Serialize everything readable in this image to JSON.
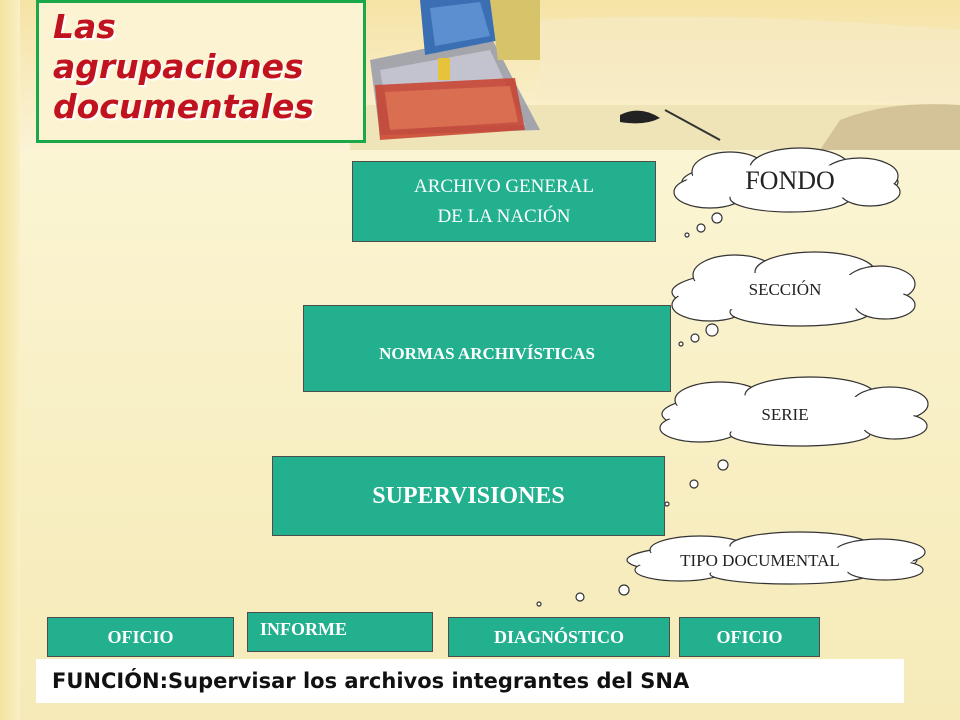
{
  "title": "Las\nagrupaciones\ndocumentales",
  "boxes": {
    "archivo_line1": "ARCHIVO GENERAL",
    "archivo_line2": "DE LA NACIÓN",
    "normas": "NORMAS ARCHIVÍSTICAS",
    "supervisiones": "SUPERVISIONES"
  },
  "clouds": {
    "fondo": "FONDO",
    "seccion": "SECCIÓN",
    "serie": "SERIE",
    "tipo": "TIPO DOCUMENTAL"
  },
  "documents": [
    "OFICIO",
    "INFORME",
    "DIAGNÓSTICO",
    "OFICIO"
  ],
  "footer": "FUNCIÓN:Supervisar los archivos integrantes del SNA",
  "colors": {
    "box_fill": "#22b08f",
    "title_text": "#c1121f",
    "title_border": "#1aa84a",
    "background": "#fbf5d3"
  }
}
